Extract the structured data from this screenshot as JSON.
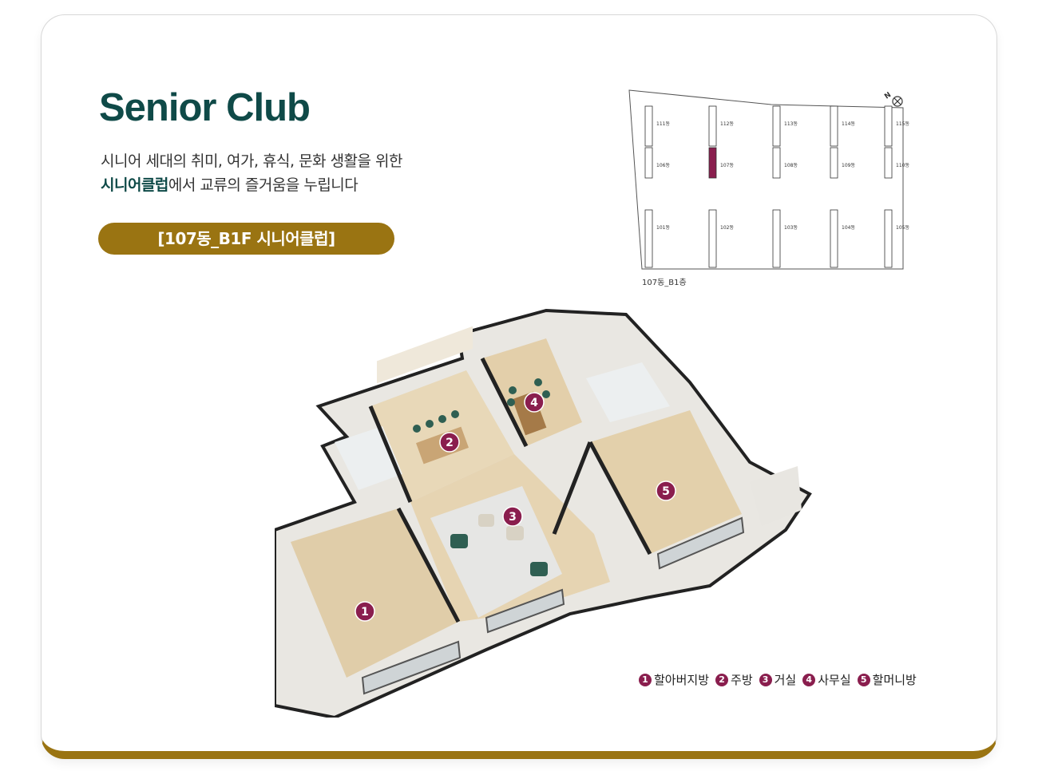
{
  "title": "Senior Club",
  "subtitle": {
    "line1": "시니어 세대의 취미, 여가, 휴식, 문화 생활을 위한",
    "line2_bold": "시니어클럽",
    "line2_rest": "에서 교류의 즐거움을 누립니다"
  },
  "location_badge": "[107동_B1F 시니어클럽]",
  "site_plan": {
    "compass": "N",
    "caption": "107동_B1층",
    "highlighted": "107동",
    "buildings": [
      "111동",
      "112동",
      "113동",
      "114동",
      "115동",
      "106동",
      "107동",
      "108동",
      "109동",
      "110동",
      "101동",
      "102동",
      "103동",
      "104동",
      "105동"
    ]
  },
  "rooms": [
    {
      "num": "1",
      "name": "할아버지방"
    },
    {
      "num": "2",
      "name": "주방"
    },
    {
      "num": "3",
      "name": "거실"
    },
    {
      "num": "4",
      "name": "사무실"
    },
    {
      "num": "5",
      "name": "할머니방"
    }
  ],
  "colors": {
    "brand_green": "#0f4a48",
    "gold": "#9a7412",
    "marker": "#8a1e4e"
  }
}
